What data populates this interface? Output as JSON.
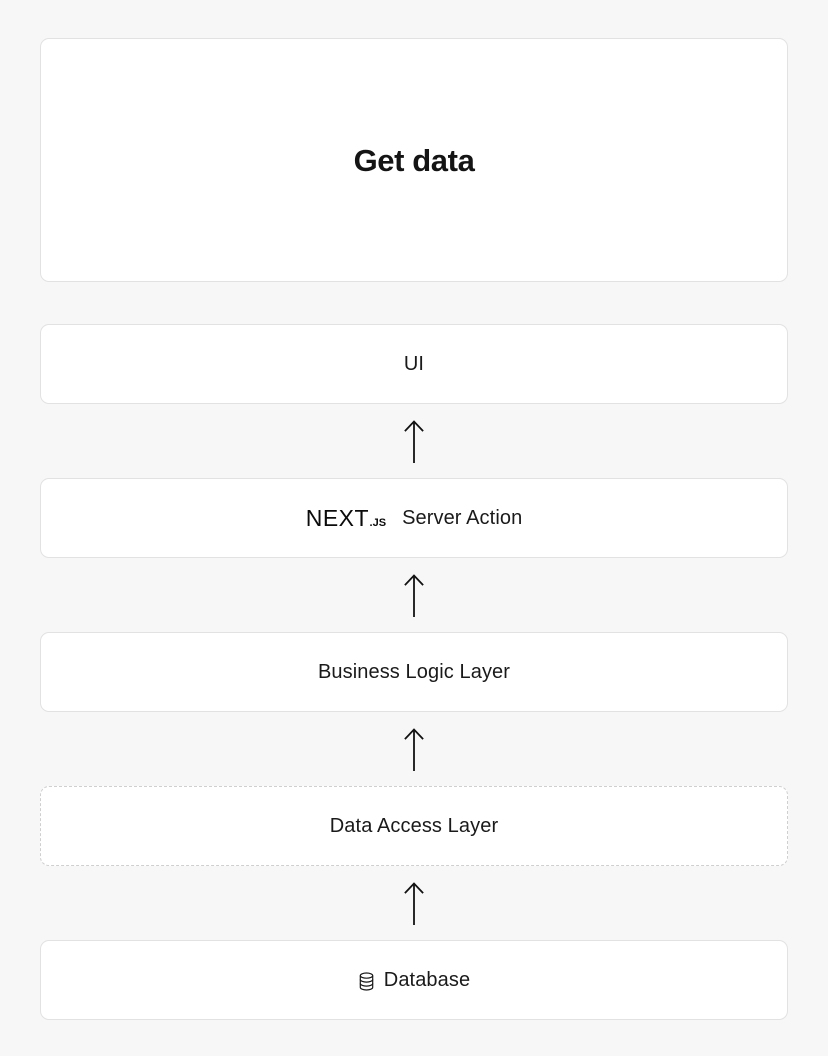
{
  "diagram": {
    "title": "Get data",
    "background_color": "#f7f7f7",
    "box_fill_color": "#ffffff",
    "box_border_color": "#e2e2e2",
    "dashed_border_color": "#cfcfcf",
    "text_color": "#1a1a1a",
    "root": {
      "label": "Get data"
    },
    "layers": [
      {
        "id": "ui",
        "label": "UI",
        "border_style": "solid",
        "icon": null
      },
      {
        "id": "server-action",
        "label": "Server Action",
        "border_style": "solid",
        "icon": "nextjs-logo",
        "logo": {
          "letter_n": "N",
          "word": "EXT",
          "suffix": ".JS"
        }
      },
      {
        "id": "business-logic-layer",
        "label": "Business Logic Layer",
        "border_style": "solid",
        "icon": null
      },
      {
        "id": "data-access-layer",
        "label": "Data Access Layer",
        "border_style": "dashed",
        "icon": null
      },
      {
        "id": "database",
        "label": "Database",
        "border_style": "solid",
        "icon": "database-icon"
      }
    ],
    "connectors": [
      {
        "from": "server-action",
        "to": "ui",
        "direction": "up"
      },
      {
        "from": "business-logic-layer",
        "to": "server-action",
        "direction": "up"
      },
      {
        "from": "data-access-layer",
        "to": "business-logic-layer",
        "direction": "up"
      },
      {
        "from": "database",
        "to": "data-access-layer",
        "direction": "up"
      }
    ]
  }
}
